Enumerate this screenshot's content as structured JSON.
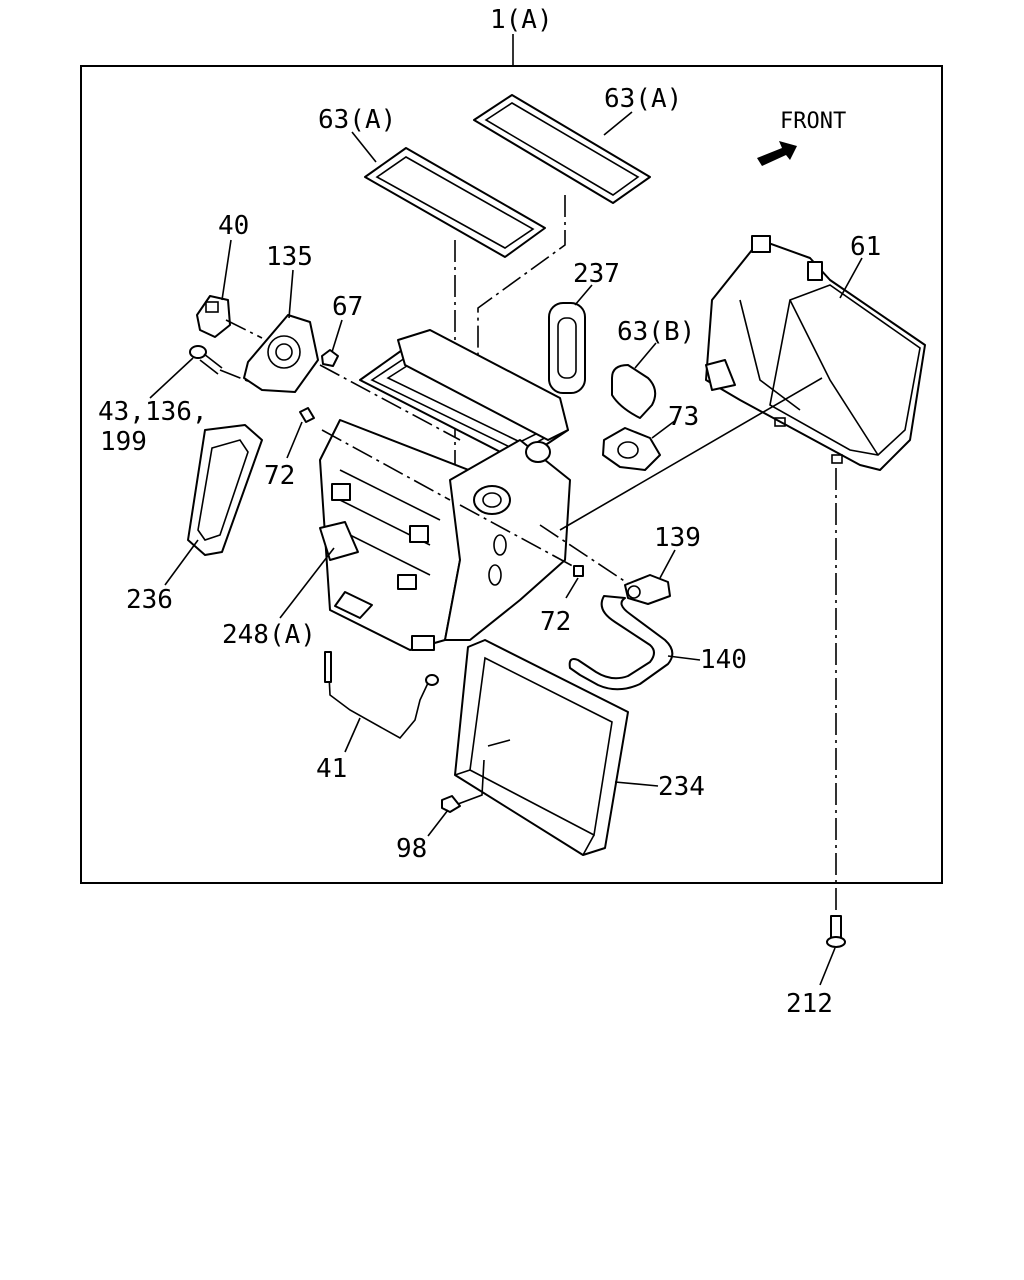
{
  "diagram": {
    "assembly_label": "1(A)",
    "front_label": "FRONT",
    "labels": {
      "p63a_left": "63(A)",
      "p63a_right": "63(A)",
      "p40": "40",
      "p135": "135",
      "p67": "67",
      "p237": "237",
      "p63b": "63(B)",
      "p61": "61",
      "p43_line1": "43,136,",
      "p43_line2": "199",
      "p72_left": "72",
      "p73": "73",
      "p139": "139",
      "p236": "236",
      "p72_right": "72",
      "p248a": "248(A)",
      "p140": "140",
      "p41": "41",
      "p234": "234",
      "p98": "98",
      "p212": "212"
    }
  }
}
